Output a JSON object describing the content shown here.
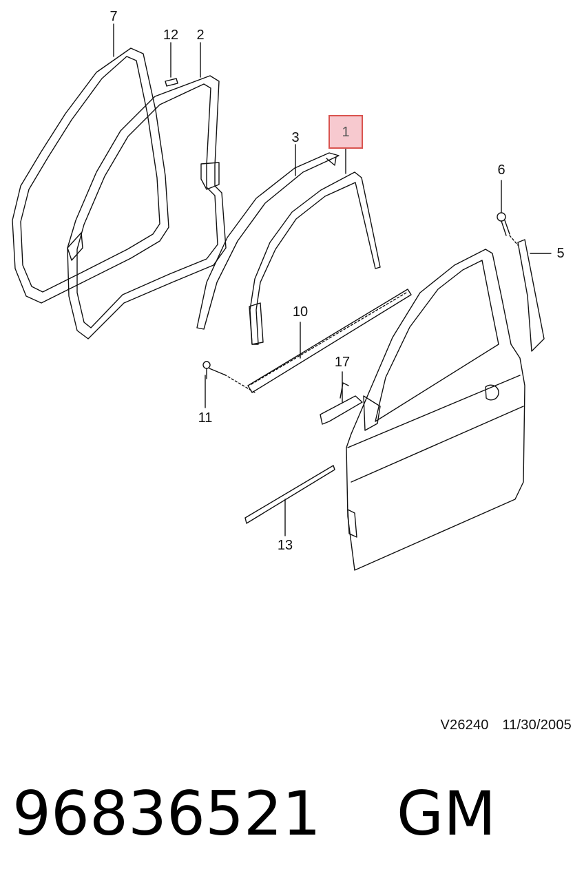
{
  "callouts": [
    {
      "id": "7",
      "label": "7"
    },
    {
      "id": "12",
      "label": "12"
    },
    {
      "id": "2",
      "label": "2"
    },
    {
      "id": "3",
      "label": "3"
    },
    {
      "id": "1",
      "label": "1",
      "highlighted": true
    },
    {
      "id": "6",
      "label": "6"
    },
    {
      "id": "5",
      "label": "5"
    },
    {
      "id": "10",
      "label": "10"
    },
    {
      "id": "17",
      "label": "17"
    },
    {
      "id": "11",
      "label": "11"
    },
    {
      "id": "13",
      "label": "13"
    }
  ],
  "reference": {
    "drawing_id": "V26240",
    "date": "11/30/2005"
  },
  "part": {
    "number": "96836521",
    "brand": "GM"
  },
  "colors": {
    "highlight_fill": "#f7c9cf",
    "highlight_border": "#d9534f",
    "line": "#111111"
  }
}
